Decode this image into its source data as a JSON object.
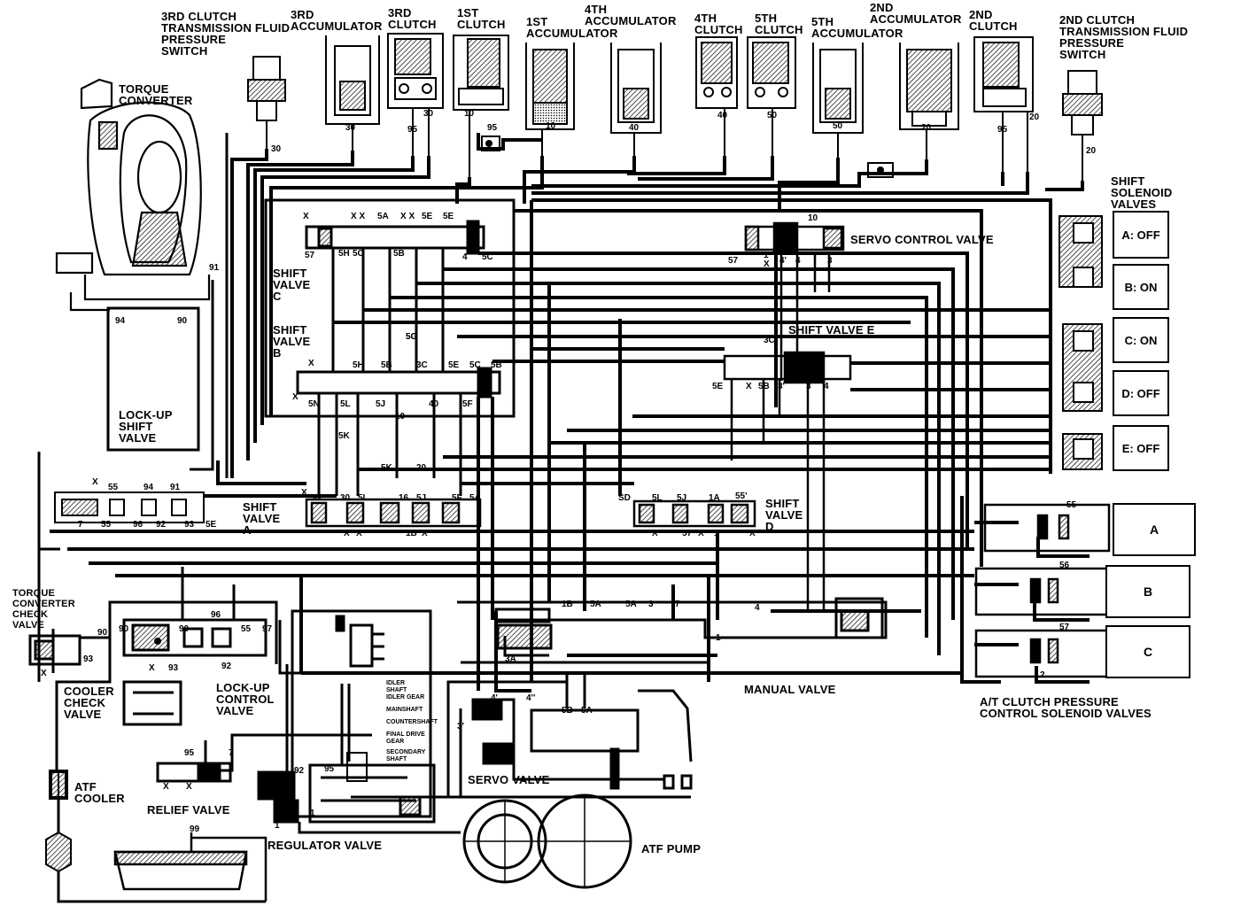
{
  "top_components": [
    {
      "key": "p3",
      "label": "3RD CLUTCH\nTRANSMISSION FLUID\nPRESSURE\nSWITCH"
    },
    {
      "key": "acc3",
      "label": "3RD\nACCUMULATOR"
    },
    {
      "key": "c3",
      "label": "3RD\nCLUTCH"
    },
    {
      "key": "c1",
      "label": "1ST\nCLUTCH"
    },
    {
      "key": "acc1",
      "label": "1ST\nACCUMULATOR"
    },
    {
      "key": "acc4",
      "label": "4TH\nACCUMULATOR"
    },
    {
      "key": "c4",
      "label": "4TH\nCLUTCH"
    },
    {
      "key": "c5",
      "label": "5TH\nCLUTCH"
    },
    {
      "key": "acc5",
      "label": "5TH\nACCUMULATOR"
    },
    {
      "key": "acc2",
      "label": "2ND\nACCUMULATOR"
    },
    {
      "key": "c2",
      "label": "2ND\nCLUTCH"
    },
    {
      "key": "p2",
      "label": "2ND CLUTCH\nTRANSMISSION FLUID\nPRESSURE\nSWITCH"
    }
  ],
  "top_ports": [
    "30",
    "30",
    "95",
    "30",
    "10",
    "95",
    "10",
    "40",
    "40",
    "50",
    "50",
    "20",
    "95",
    "20",
    "20"
  ],
  "valves": {
    "torque_converter": "TORQUE\nCONVERTER",
    "lockup_shift": "LOCK-UP\nSHIFT\nVALVE",
    "shift_a": "SHIFT\nVALVE\nA",
    "shift_b": "SHIFT\nVALVE\nB",
    "shift_c": "SHIFT\nVALVE\nC",
    "shift_d": "SHIFT\nVALVE\nD",
    "shift_e": "SHIFT VALVE E",
    "servo_control": "SERVO CONTROL VALVE",
    "tc_check": "TORQUE\nCONVERTER\nCHECK\nVALVE",
    "cooler_check": "COOLER\nCHECK\nVALVE",
    "lockup_control": "LOCK-UP\nCONTROL\nVALVE",
    "atf_cooler": "ATF\nCOOLER",
    "relief": "RELIEF VALVE",
    "regulator": "REGULATOR VALVE",
    "servo": "SERVO VALVE",
    "manual": "MANUAL VALVE",
    "atf_pump": "ATF PUMP"
  },
  "shift_solenoids": {
    "title": "SHIFT\nSOLENOID\nVALVES",
    "items": [
      {
        "name": "A",
        "state": "A: OFF"
      },
      {
        "name": "B",
        "state": "B: ON"
      },
      {
        "name": "C",
        "state": "C: ON"
      },
      {
        "name": "D",
        "state": "D: OFF"
      },
      {
        "name": "E",
        "state": "E: OFF"
      }
    ]
  },
  "cpc_solenoids": {
    "title": "A/T CLUTCH PRESSURE\nCONTROL SOLENOID VALVES",
    "items": [
      {
        "name": "A",
        "port": "55"
      },
      {
        "name": "B",
        "port": "56"
      },
      {
        "name": "C",
        "port": "57"
      }
    ]
  },
  "regulator_inner": [
    "IDLER\nSHAFT",
    "IDLER GEAR",
    "MAINSHAFT",
    "COUNTERSHAFT",
    "FINAL DRIVE\nGEAR",
    "SECONDARY\nSHAFT"
  ],
  "port_labels": {
    "sv_c_row": [
      "X",
      "X X",
      "5A",
      "X X",
      "5E",
      "5E",
      "4",
      "5C",
      "5H",
      "5C",
      "5B",
      "5G",
      "57"
    ],
    "sv_b_row": [
      "X",
      "5N",
      "5L",
      "5J",
      "10",
      "40",
      "5F",
      "5H",
      "5B",
      "3C",
      "5E",
      "5C",
      "5B",
      "5K",
      "5G",
      "X"
    ],
    "sv_a_row": [
      "X",
      "5N",
      "30",
      "5L",
      "16",
      "5J",
      "5F",
      "5A",
      "5K",
      "20",
      "X",
      "X",
      "1B",
      "X"
    ],
    "sv_d_row": [
      "SD",
      "5L",
      "5J",
      "1A",
      "55'",
      "X",
      "57",
      "X",
      "1",
      "X"
    ],
    "sv_e_row": [
      "3C",
      "5E",
      "X",
      "5B",
      "3'",
      "3",
      "4"
    ],
    "servo_ctrl_row": [
      "10",
      "57",
      "1'",
      "X",
      "4'",
      "4",
      "3"
    ],
    "lockup_row": [
      "X",
      "55",
      "94",
      "91",
      "7",
      "55",
      "96",
      "92",
      "93",
      "5E",
      "94",
      "90",
      "91"
    ],
    "manual_row": [
      "1B",
      "5A",
      "5A",
      "3",
      "7",
      "4",
      "1",
      "3A",
      "4'",
      "4''",
      "5B",
      "5A",
      "3'",
      "2"
    ],
    "cooler_row": [
      "90",
      "93",
      "X",
      "90",
      "90",
      "96",
      "55",
      "97",
      "X",
      "93",
      "92",
      "95",
      "X",
      "X",
      "7",
      "92",
      "95",
      "1",
      "1",
      "99"
    ]
  }
}
